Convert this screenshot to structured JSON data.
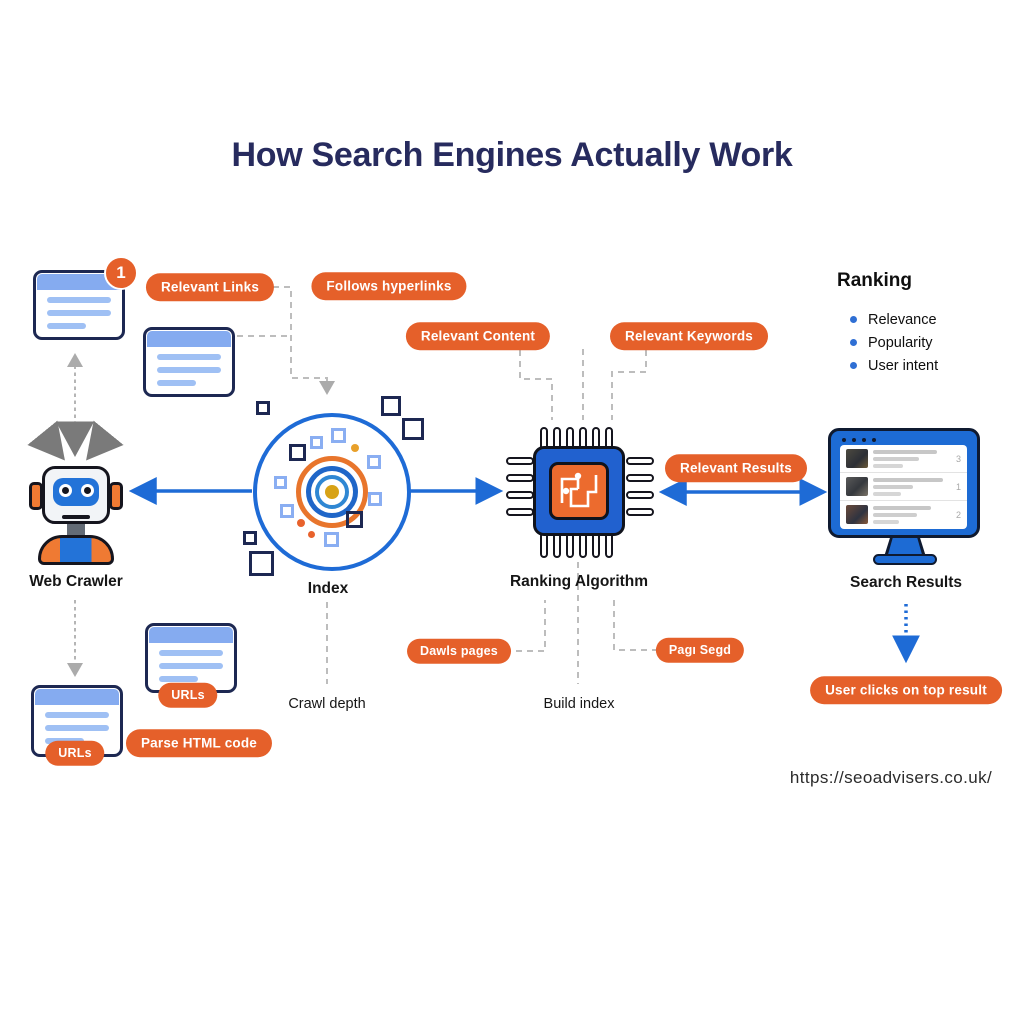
{
  "title": "How Search Engines Actually Work",
  "badge_number": "1",
  "pills": {
    "relevant_links": "Relevant Links",
    "follows_hyperlinks": "Follows hyperlinks",
    "relevant_content": "Relevant Content",
    "relevant_keywords": "Relevant Keywords",
    "relevant_results": "Relevant Results",
    "urls_card_top": "URLs",
    "urls_card_bottom": "URLs",
    "parse_html_code": "Parse HTML code",
    "crawls_pages": "Dawls pages",
    "page_speed": "Pagı Segd",
    "user_clicks": "User clicks on top result"
  },
  "nodes": {
    "web_crawler": "Web Crawler",
    "index": "Index",
    "ranking_algorithm": "Ranking Algorithm",
    "search_results": "Search Results"
  },
  "ranking_panel": {
    "heading": "Ranking",
    "items": [
      "Relevance",
      "Popularity",
      "User intent"
    ]
  },
  "annotations": {
    "crawl_depth": "Crawl depth",
    "build_index": "Build index"
  },
  "search_results_screen": {
    "row_ranks": [
      "3",
      "1",
      "2"
    ]
  },
  "footer_url": "https://seoadvisers.co.uk/",
  "colors": {
    "accent_orange": "#E5602A",
    "navy": "#232B5F",
    "blue": "#1E6BD6",
    "light_blue": "#85ABF0",
    "title_navy": "#272B5E"
  }
}
